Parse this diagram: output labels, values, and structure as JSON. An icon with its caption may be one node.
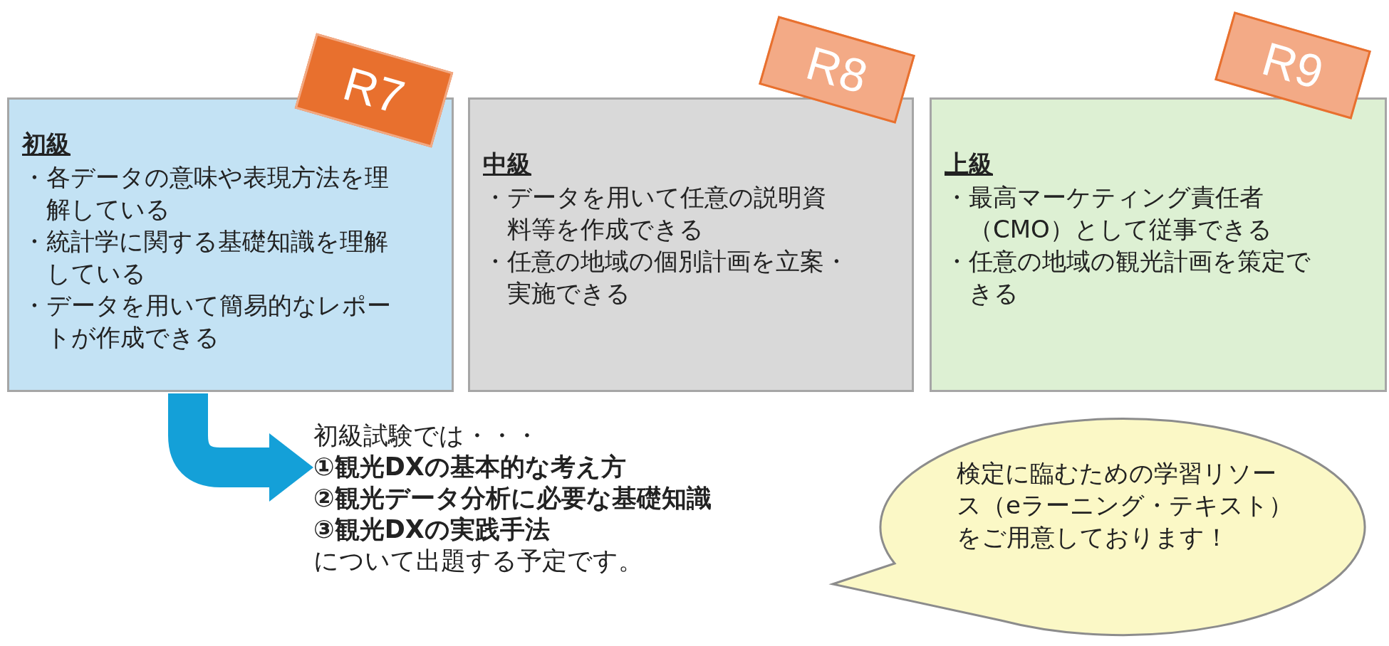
{
  "diagram": {
    "nodes": [
      {
        "text": [
          "R7"
        ]
      },
      {
        "text": [
          "初級",
          "・各データの意味や表現方法を理解している",
          "・統計学に関する基礎知識を理解している",
          "・データを用いて簡易的なレポートが作成できる"
        ]
      },
      {
        "text": [
          "R8"
        ]
      },
      {
        "text": [
          "中級",
          "・データを用いて任意の説明資料等を作成できる",
          "・任意の地域の個別計画を立案・実施できる"
        ]
      },
      {
        "text": [
          "R9"
        ]
      },
      {
        "text": [
          "上級",
          "・最高マーケティング責任者（CMO）として従事できる",
          "・任意の地域の観光計画を策定できる"
        ]
      },
      {
        "text": [
          "初級試験では・・・",
          "①観光DXの基本的な考え方",
          "②観光データ分析に必要な基礎知識",
          "③観光DXの実践手法",
          "について出題する予定です。"
        ]
      },
      {
        "text": [
          "検定に臨むための学習リソース（eラーニング・テキスト）をご用意しております！"
        ]
      }
    ],
    "edges": [
      {
        "from": 1,
        "to": 6,
        "arrow": "to"
      }
    ]
  }
}
